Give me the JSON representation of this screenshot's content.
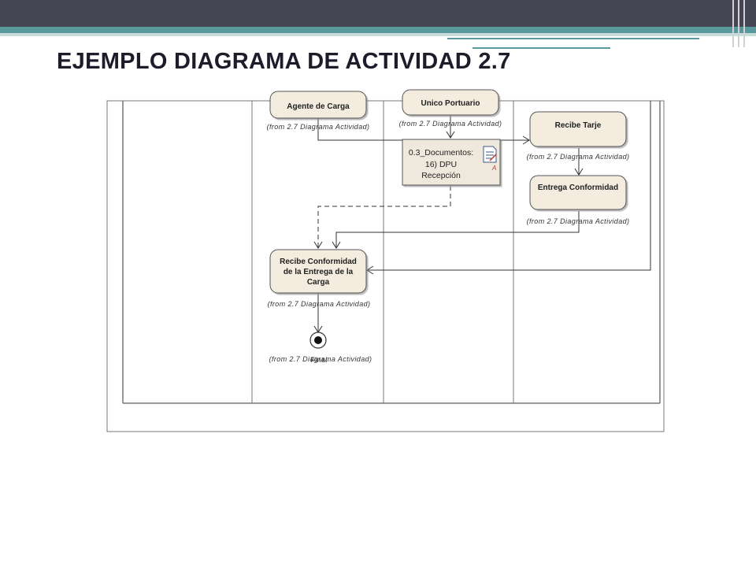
{
  "slide": {
    "title": "EJEMPLO DIAGRAMA DE ACTIVIDAD 2.7"
  },
  "colors": {
    "header_dark": "#454553",
    "header_teal": "#5b9a9c",
    "node_fill": "#f3ecdf",
    "node_stroke": "#555555"
  },
  "diagram": {
    "nodes": {
      "agente": "Agente de Carga",
      "unico": "Unico Portuario",
      "recibe_tarje": "Recibe Tarje",
      "entrega": "Entrega Conformidad",
      "recibe_conf_1": "Recibe Conformidad",
      "recibe_conf_2": "de la Entrega de la",
      "recibe_conf_3": "Carga",
      "doc_1": "0.3_Documentos:",
      "doc_2": "16) DPU",
      "doc_3": "Recepción",
      "doc_icon_mark": "A"
    },
    "from_label": "(from 2.7 Diagrama Actividad)",
    "final_label": "Final"
  }
}
